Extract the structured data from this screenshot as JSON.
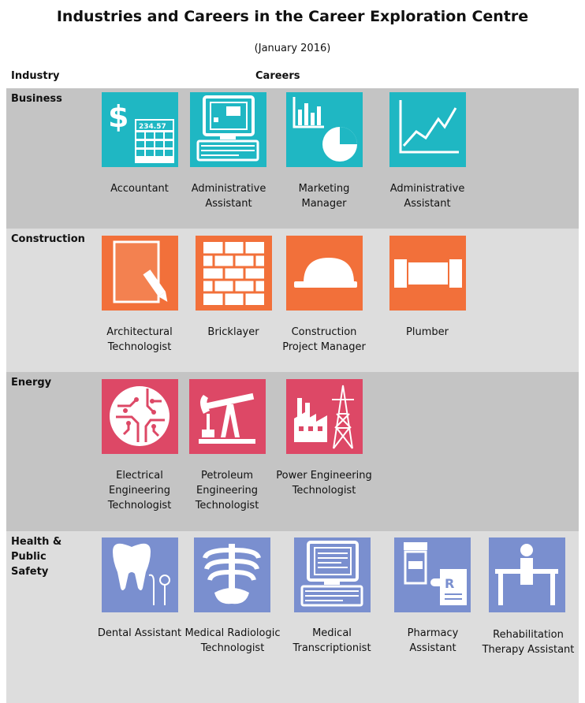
{
  "title": "Industries and Careers in the Career Exploration Centre",
  "subtitle": "(January 2016)",
  "headers": {
    "industry": "Industry",
    "careers": "Careers"
  },
  "colors": {
    "business": "#1fb7c3",
    "construction": "#f2703a",
    "energy": "#dd4866",
    "health": "#7a8fcf",
    "band_dark": "#c4c4c4",
    "band_light": "#dddddd"
  },
  "industries": [
    {
      "name": "Business",
      "careers": [
        {
          "label": "Accountant",
          "icon": "calculator-dollar-icon"
        },
        {
          "label": "Administrative Assistant",
          "icon": "computer-icon"
        },
        {
          "label": "Marketing Manager",
          "icon": "bar-pie-chart-icon"
        },
        {
          "label": "Administrative Assistant",
          "icon": "line-chart-icon"
        }
      ]
    },
    {
      "name": "Construction",
      "careers": [
        {
          "label": "Architectural Technologist",
          "icon": "paper-pencil-icon"
        },
        {
          "label": "Bricklayer",
          "icon": "brick-wall-icon"
        },
        {
          "label": "Construction Project Manager",
          "icon": "hard-hat-icon"
        },
        {
          "label": "Plumber",
          "icon": "pipe-icon"
        }
      ]
    },
    {
      "name": "Energy",
      "careers": [
        {
          "label": "Electrical Engineering Technologist",
          "icon": "circuit-icon"
        },
        {
          "label": "Petroleum Engineering Technologist",
          "icon": "pumpjack-icon"
        },
        {
          "label": "Power Engineering Technologist",
          "icon": "power-plant-icon"
        }
      ]
    },
    {
      "name": "Health & Public Safety",
      "careers": [
        {
          "label": "Dental Assistant",
          "icon": "tooth-icon"
        },
        {
          "label": "Medical Radiologic Technologist",
          "icon": "xray-ribcage-icon"
        },
        {
          "label": "Medical Transcriptionist",
          "icon": "computer-icon"
        },
        {
          "label": "Pharmacy Assistant",
          "icon": "prescription-icon"
        },
        {
          "label": "Rehabilitation Therapy Assistant",
          "icon": "parallel-bars-icon"
        }
      ]
    }
  ],
  "accountant_display": "234.57"
}
